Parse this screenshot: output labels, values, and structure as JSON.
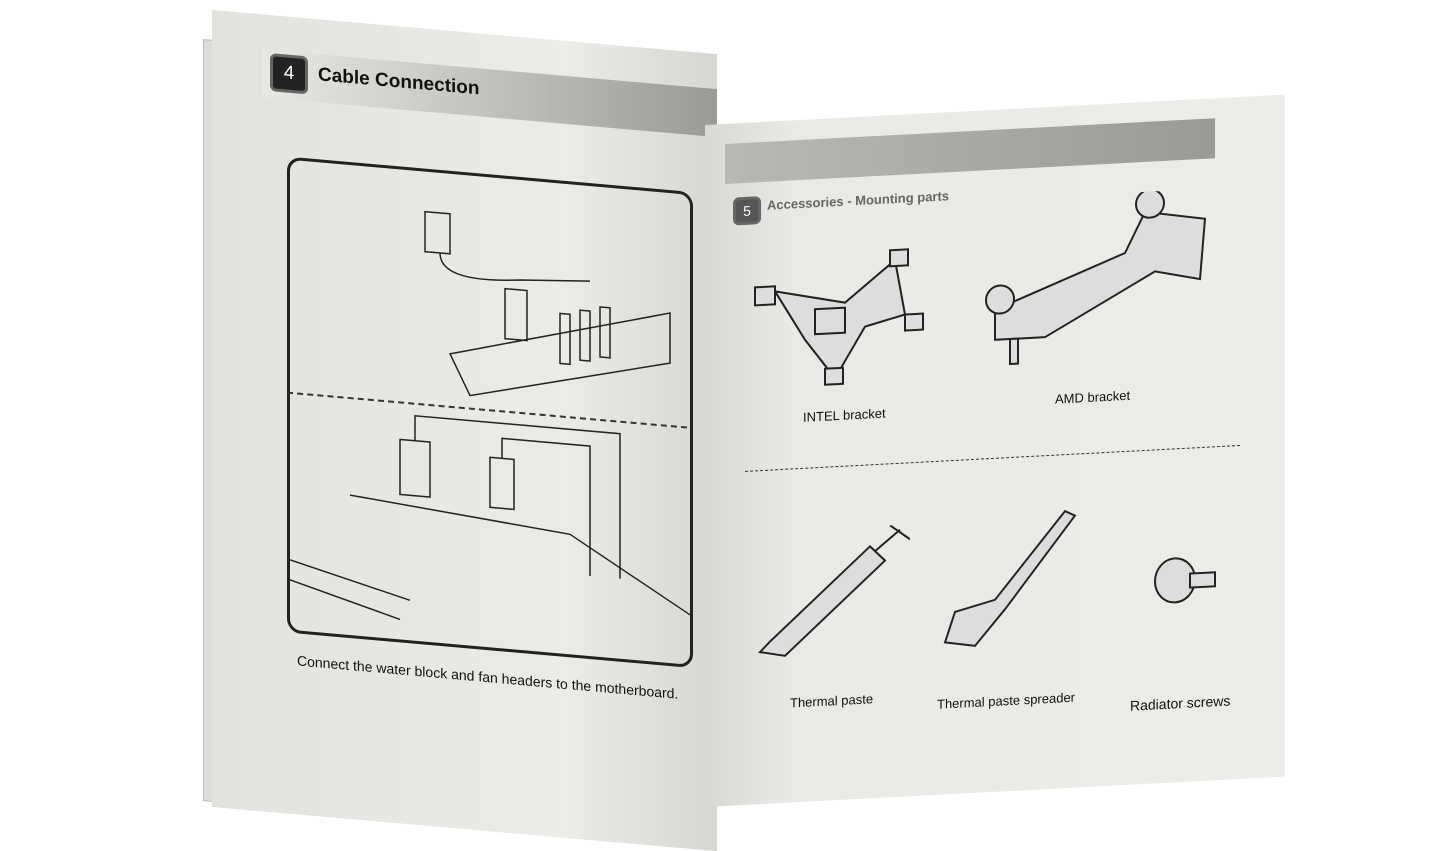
{
  "left_page": {
    "section_number": "4",
    "section_title": "Cable Connection",
    "caption": "Connect the water block and fan headers to the motherboard."
  },
  "right_page": {
    "section_number": "5",
    "section_title": "Accessories - Mounting parts",
    "items": [
      {
        "label": "INTEL bracket"
      },
      {
        "label": "AMD bracket"
      },
      {
        "label": "Thermal paste"
      },
      {
        "label": "Thermal paste spreader"
      },
      {
        "label": "Radiator screws"
      }
    ]
  }
}
